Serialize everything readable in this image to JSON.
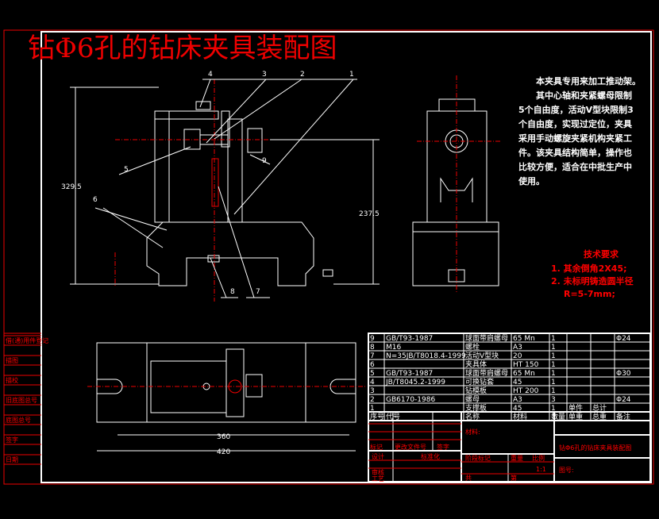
{
  "title": "钻Φ6孔的钻床夹具装配图",
  "balloons": [
    "1",
    "2",
    "3",
    "4",
    "5",
    "6",
    "7",
    "8",
    "9"
  ],
  "dimensions": {
    "height_total": "329.5",
    "height_center": "237.5",
    "width_inner": "360",
    "width_outer": "420"
  },
  "description": [
    "本夹具专用来加工推动架。",
    "其中心轴和夹紧螺母限制",
    "5个自由度，活动V型块限制3",
    "个自由度，实现过定位，夹具",
    "采用手动螺旋夹紧机构夹紧工",
    "件。该夹具结构简单，操作也",
    "比较方便，适合在中批生产中",
    "使用。"
  ],
  "tech_requirements": {
    "heading": "技术要求",
    "items": [
      "1. 其余倒角2X45;",
      "2. 未标明铸造圆半径",
      "R=5-7mm;"
    ]
  },
  "bom": {
    "headers": [
      "序号",
      "代号",
      "名称",
      "材料",
      "数量",
      "单重",
      "总重",
      "备注"
    ],
    "rows": [
      [
        "9",
        "GB/T93-1987",
        "球面带肩螺母",
        "65 Mn",
        "1",
        "",
        "",
        "Φ24"
      ],
      [
        "8",
        "M16",
        "螺栓",
        "A3",
        "1",
        "",
        "",
        ""
      ],
      [
        "7",
        "N=35JB/T8018.4-1999",
        "活动V型块",
        "20",
        "1",
        "",
        "",
        ""
      ],
      [
        "6",
        "",
        "夹具体",
        "HT 150",
        "1",
        "",
        "",
        ""
      ],
      [
        "5",
        "GB/T93-1987",
        "球面带肩螺母",
        "65 Mn",
        "1",
        "",
        "",
        "Φ30"
      ],
      [
        "4",
        "JB/T8045.2-1999",
        "可换钻套",
        "45",
        "1",
        "",
        "",
        ""
      ],
      [
        "3",
        "",
        "钻模板",
        "HT 200",
        "1",
        "",
        "",
        ""
      ],
      [
        "2",
        "GB6170-1986",
        "螺母",
        "A3",
        "3",
        "",
        "",
        "Φ24"
      ],
      [
        "1",
        "",
        "支撑板",
        "45",
        "1",
        "单件",
        "总计",
        ""
      ]
    ]
  },
  "title_block": {
    "material_label": "材料:",
    "drawing_name": "钻Φ6孔的钻床夹具装配图",
    "drawing_no_label": "图号:",
    "scale": "1:1",
    "labels": [
      "标记",
      "处数",
      "更改文件号",
      "签字",
      "日期",
      "设计",
      "标准化",
      "审核",
      "审定",
      "工艺",
      "日期",
      "阶段标记",
      "重量",
      "比例",
      "共",
      "张",
      "第",
      "张"
    ]
  },
  "side_stamp": [
    "借(通)用件登记",
    "描图",
    "描校",
    "旧底图总号",
    "底图总号",
    "签字",
    "日期"
  ]
}
